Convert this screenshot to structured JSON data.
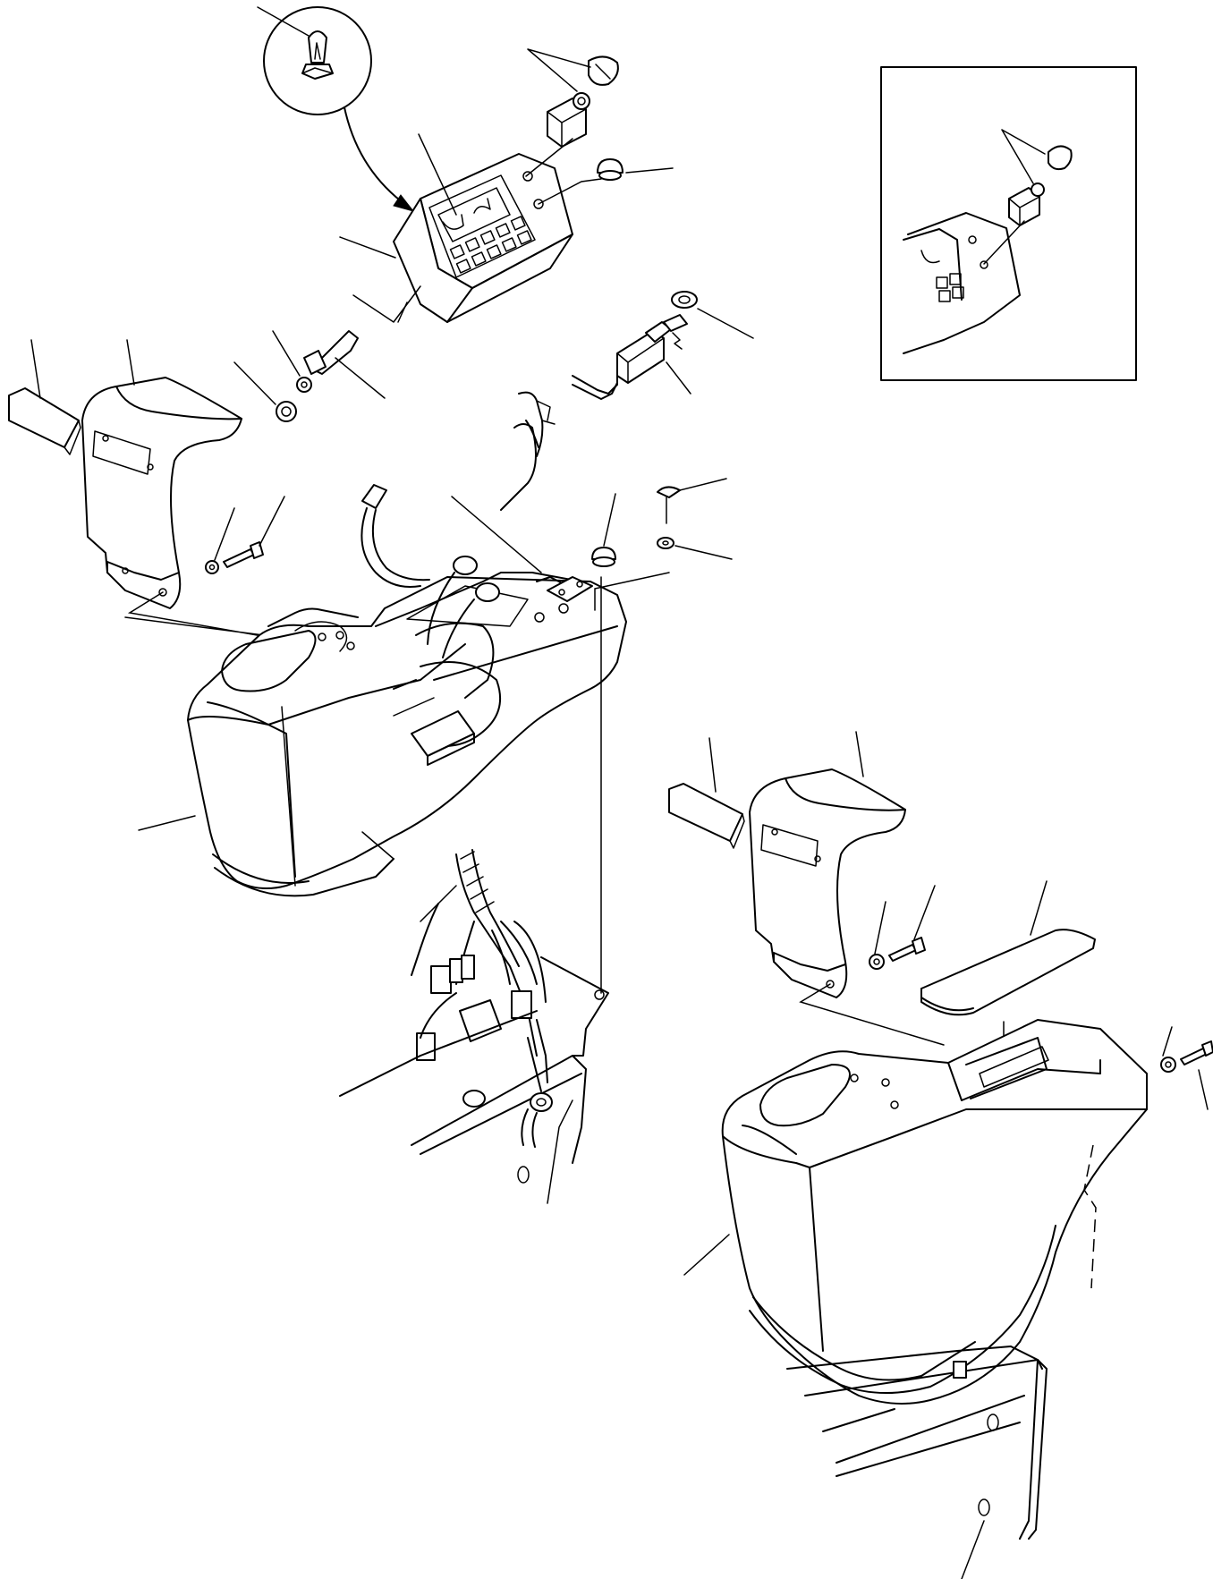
{
  "figure": {
    "kind": "exploded-parts-diagram",
    "text_labels": [],
    "colors": {
      "line": "#000000",
      "background": "#ffffff"
    }
  },
  "parts": [
    {
      "id": "bulb",
      "icon": "bulb-icon"
    },
    {
      "id": "monitor-panel",
      "icon": "monitor-panel-icon"
    },
    {
      "id": "rotary-switch-knob",
      "icon": "knob-icon"
    },
    {
      "id": "rotary-switch",
      "icon": "switch-icon"
    },
    {
      "id": "indicator-cap",
      "icon": "cap-icon"
    },
    {
      "id": "toggle-lever",
      "icon": "lever-icon"
    },
    {
      "id": "key-switch",
      "icon": "key-switch-icon"
    },
    {
      "id": "key-switch-nut",
      "icon": "nut-icon"
    },
    {
      "id": "left-cover",
      "icon": "cover-icon"
    },
    {
      "id": "left-cover-label",
      "icon": "label-plate-icon"
    },
    {
      "id": "wiring-harness",
      "icon": "harness-icon"
    },
    {
      "id": "left-console",
      "icon": "console-icon"
    },
    {
      "id": "right-cover",
      "icon": "cover-icon"
    },
    {
      "id": "right-cover-label",
      "icon": "label-plate-icon"
    },
    {
      "id": "right-console",
      "icon": "console-icon"
    },
    {
      "id": "armrest-pad",
      "icon": "pad-icon"
    },
    {
      "id": "screws-and-washers",
      "icon": "screw-icon"
    },
    {
      "id": "detail-inset",
      "icon": "detail-view-icon"
    }
  ]
}
